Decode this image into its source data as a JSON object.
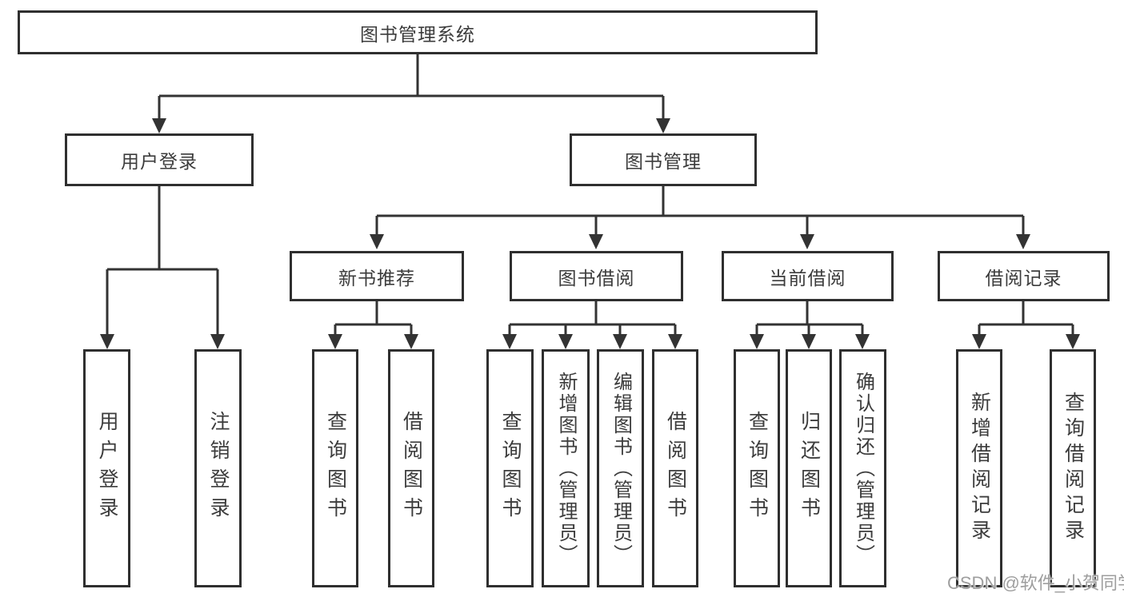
{
  "diagram": {
    "root": {
      "label": "图书管理系统"
    },
    "branches": [
      {
        "label": "用户登录",
        "children": [
          {
            "label": "用户登录"
          },
          {
            "label": "注销登录"
          }
        ]
      },
      {
        "label": "图书管理",
        "children": [
          {
            "label": "新书推荐",
            "children": [
              {
                "label": "查询图书"
              },
              {
                "label": "借阅图书"
              }
            ]
          },
          {
            "label": "图书借阅",
            "children": [
              {
                "label": "查询图书"
              },
              {
                "label": "新增图书（管理员）"
              },
              {
                "label": "编辑图书（管理员）"
              },
              {
                "label": "借阅图书"
              }
            ]
          },
          {
            "label": "当前借阅",
            "children": [
              {
                "label": "查询图书"
              },
              {
                "label": "归还图书"
              },
              {
                "label": "确认归还（管理员）"
              }
            ]
          },
          {
            "label": "借阅记录",
            "children": [
              {
                "label": "新增借阅记录"
              },
              {
                "label": "查询借阅记录"
              }
            ]
          }
        ]
      }
    ]
  },
  "watermark": {
    "text": "CSDN @软件_小贺同学"
  },
  "colors": {
    "line": "#333333",
    "box_border": "#2f2f2f",
    "text": "#3c3c3c",
    "background": "#ffffff",
    "watermark": "#9e9e9e"
  }
}
